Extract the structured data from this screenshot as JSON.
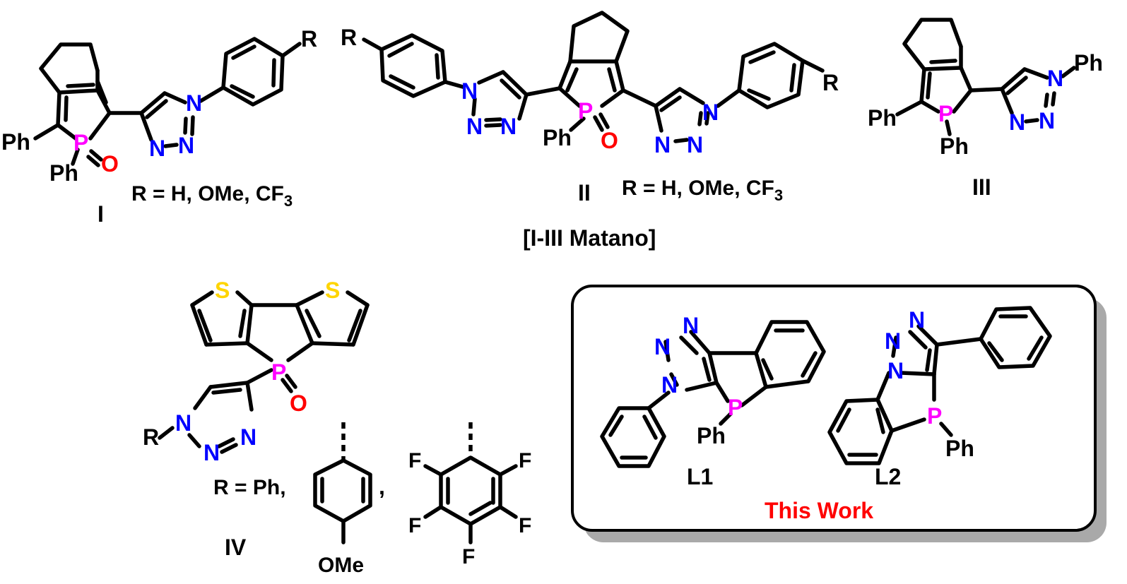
{
  "colors": {
    "bond": "#000000",
    "phosphorus": "#ff00ff",
    "nitrogen": "#0000ff",
    "oxygen": "#ff0000",
    "sulfur": "#ffd500",
    "highlight": "#ff0000",
    "box_border": "#000000",
    "box_shadow": "#a6a6a6"
  },
  "atoms": {
    "P": "P",
    "O": "O",
    "N": "N",
    "S": "S",
    "F": "F",
    "Ph": "Ph",
    "R": "R"
  },
  "compounds": {
    "I": {
      "label": "I",
      "substituents": "R = H, OMe, CF",
      "sub": "3"
    },
    "II": {
      "label": "II",
      "substituents": "R = H, OMe, CF",
      "sub": "3"
    },
    "III": {
      "label": "III"
    },
    "IV": {
      "label": "IV",
      "r_prefix": "R = Ph,",
      "comma": ",",
      "ome": "OMe"
    }
  },
  "group_caption": "[I-III  Matano]",
  "this_work": {
    "L1": "L1",
    "L2": "L2",
    "caption": "This Work"
  }
}
